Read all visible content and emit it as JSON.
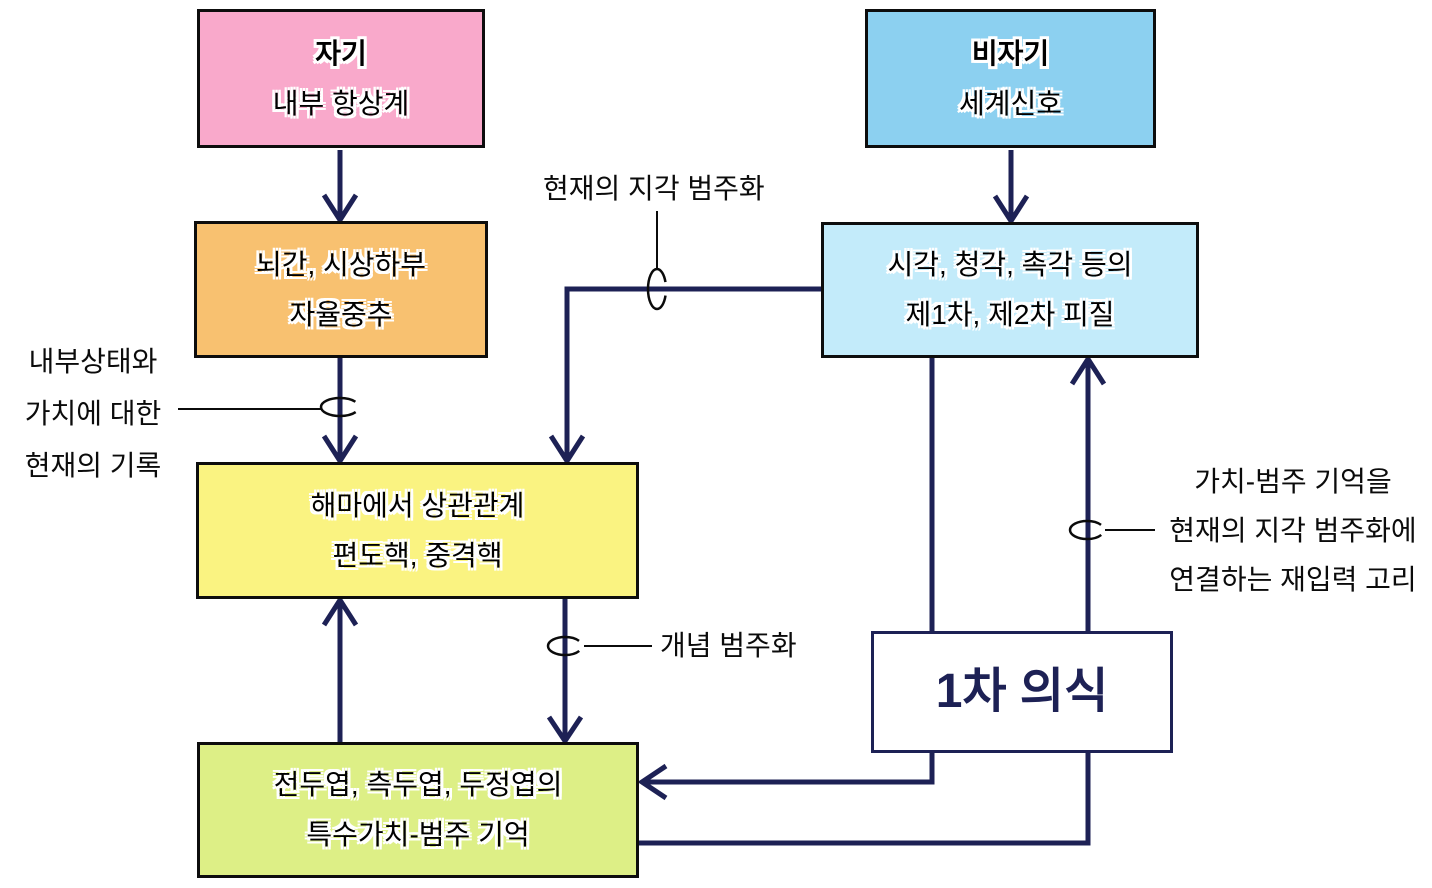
{
  "colors": {
    "line_navy": "#1d2155",
    "annotation_black": "#0b0b0b",
    "box_border": "#0d0d0d",
    "self_pink": "#f9a9cb",
    "nonself_blue": "#8cd0f0",
    "brainstem_orange": "#f8c170",
    "cortex_cyan": "#c3ebfa",
    "hippocampus_yellow": "#faf381",
    "memory_green": "#ddef86",
    "consciousness_bg": "#ffffff"
  },
  "boxes": {
    "self": {
      "title": "자기",
      "subtitle": "내부 항상계"
    },
    "nonself": {
      "title": "비자기",
      "subtitle": "세계신호"
    },
    "brainstem": {
      "line1": "뇌간, 시상하부",
      "line2": "자율중추"
    },
    "cortex": {
      "line1": "시각, 청각, 촉각 등의",
      "line2": "제1차, 제2차 피질"
    },
    "hippocampus": {
      "line1": "해마에서 상관관계",
      "line2": "편도핵, 중격핵"
    },
    "value_memory": {
      "line1": "전두엽, 측두엽, 두정엽의",
      "line2": "특수가치-범주 기억"
    },
    "primary_consciousness": {
      "label": "1차 의식"
    }
  },
  "annotations": {
    "current_perceptual_categorization": "현재의 지각 범주화",
    "internal_state_record": [
      "내부상태와",
      "가치에 대한",
      "현재의 기록"
    ],
    "conceptual_categorization": "개념 범주화",
    "reentrant_loop": [
      "가치-범주 기억을",
      "현재의 지각 범주화에",
      "연결하는 재입력 고리"
    ]
  }
}
